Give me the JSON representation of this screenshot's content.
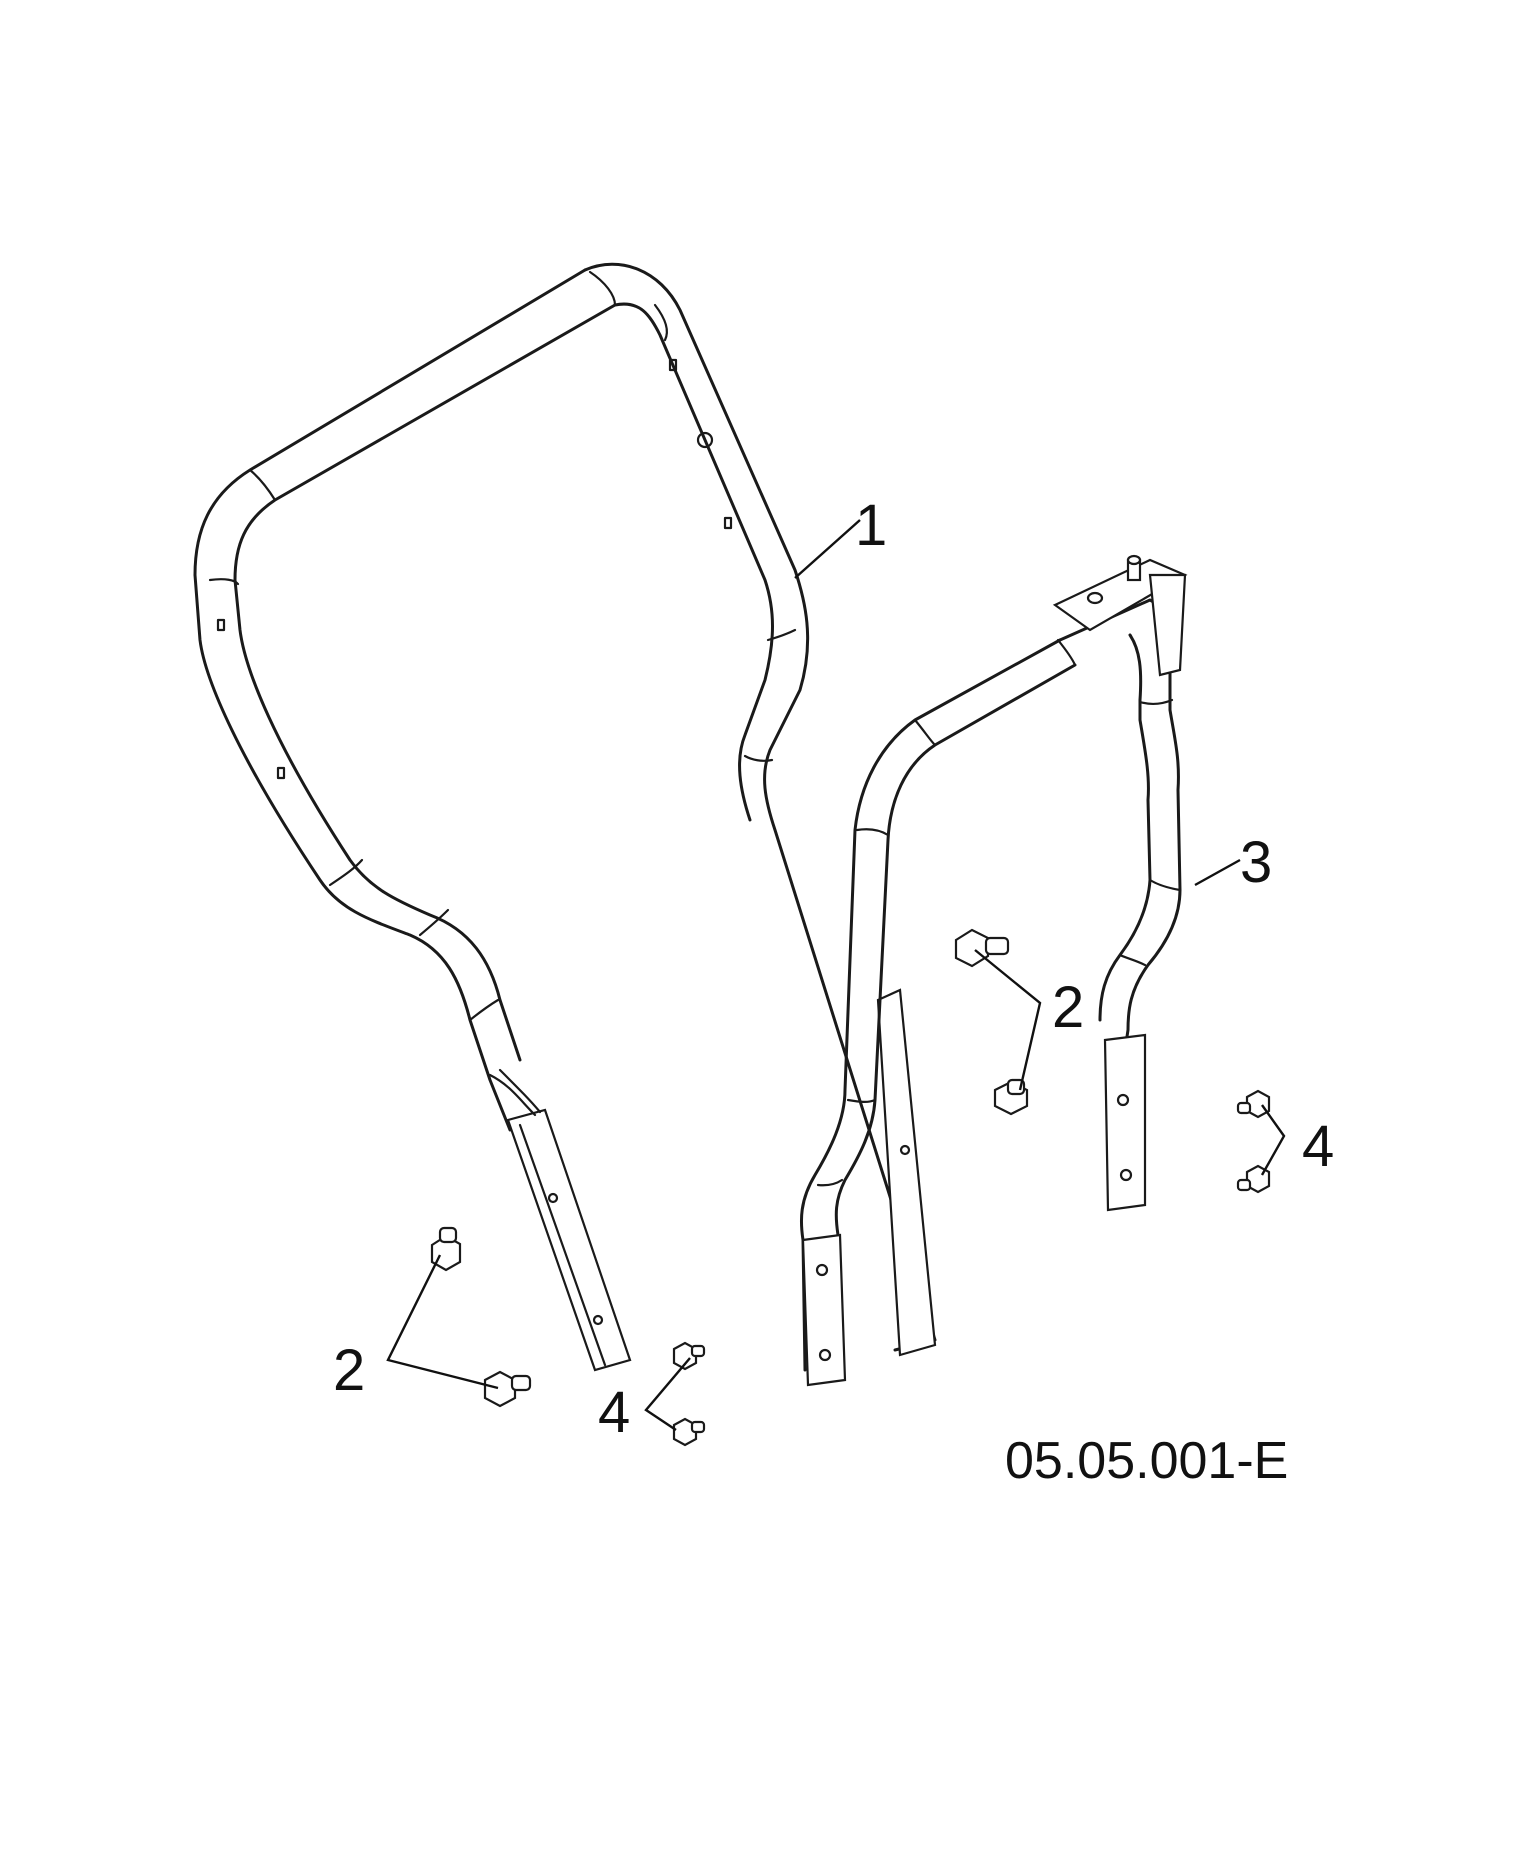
{
  "callouts": {
    "part_1": "1",
    "part_2_upper_right": "2",
    "part_2_lower_left": "2",
    "part_3": "3",
    "part_4_right": "4",
    "part_4_lower": "4"
  },
  "diagram_code": "05.05.001-E",
  "colors": {
    "line": "#1a1a1a",
    "background": "#ffffff"
  }
}
